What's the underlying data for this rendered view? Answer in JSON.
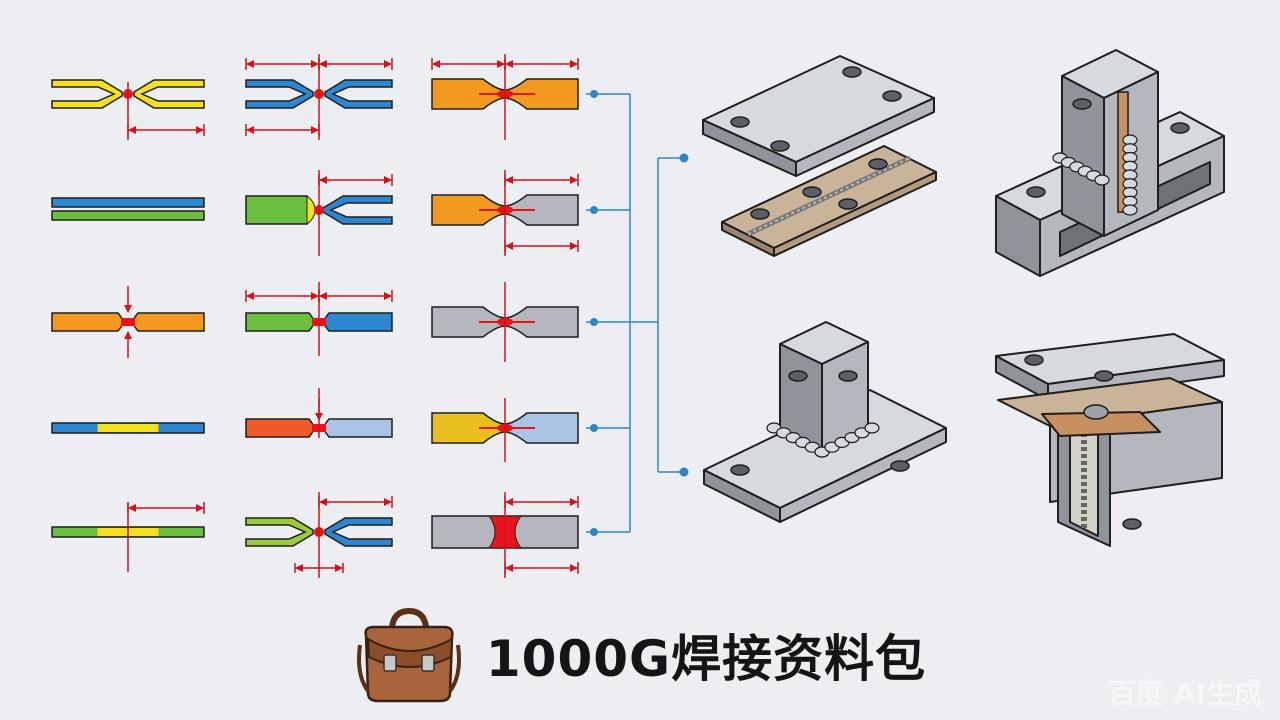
{
  "title": "1000G焊接资料包",
  "watermark": "百度 AI生成",
  "colors": {
    "background": "#eceef1",
    "outline": "#1e1e1e",
    "weld": "#e8141c",
    "dimension": "#d3121b",
    "connector": "#2e86c8",
    "steel": "#b4b8be",
    "steel_dark": "#8f949b",
    "steel_light": "#d6d9dd",
    "wood": "#c9b49a",
    "copper": "#c89060",
    "leather": "#a8643a"
  },
  "icons": {
    "bag": "leather-briefcase-icon"
  },
  "joint_grid": {
    "rows": 5,
    "columns": 3,
    "cells": [
      [
        {
          "style": "fork-both",
          "colorA": "#f4e01e",
          "colorB": "#f4e01e"
        },
        {
          "style": "fork-both",
          "colorA": "#2e86d0",
          "colorB": "#2e86d0"
        },
        {
          "style": "notch",
          "colorA": "#f29a20",
          "colorB": "#f29a20"
        }
      ],
      [
        {
          "style": "stacked",
          "colorA": "#2e86d0",
          "colorB": "#6cc040"
        },
        {
          "style": "solid-fork",
          "colorA": "#6cc040",
          "colorB": "#2e86d0"
        },
        {
          "style": "notch",
          "colorA": "#f29a20",
          "colorB": "#b4b8be"
        }
      ],
      [
        {
          "style": "neck",
          "colorA": "#f29a20",
          "colorB": "#f29a20"
        },
        {
          "style": "neck",
          "colorA": "#6cc040",
          "colorB": "#2e86d0"
        },
        {
          "style": "notch",
          "colorA": "#b4b8be",
          "colorB": "#b4b8be"
        }
      ],
      [
        {
          "style": "thin-tri",
          "colorA": "#2e86d0",
          "colorB": "#f4e01e"
        },
        {
          "style": "neck",
          "colorA": "#f05a28",
          "colorB": "#a9c4e4"
        },
        {
          "style": "notch",
          "colorA": "#e8c01e",
          "colorB": "#a9c4e4"
        }
      ],
      [
        {
          "style": "thin-tri",
          "colorA": "#6cc040",
          "colorB": "#f4e01e"
        },
        {
          "style": "fork-both",
          "colorA": "#9ccc3c",
          "colorB": "#2e86d0"
        },
        {
          "style": "hourglass",
          "colorA": "#b4b8be",
          "colorB": "#b4b8be"
        }
      ]
    ]
  },
  "assemblies": [
    {
      "kind": "lap-plates"
    },
    {
      "kind": "channel-bracket"
    },
    {
      "kind": "tee-post"
    },
    {
      "kind": "section-beam"
    }
  ]
}
